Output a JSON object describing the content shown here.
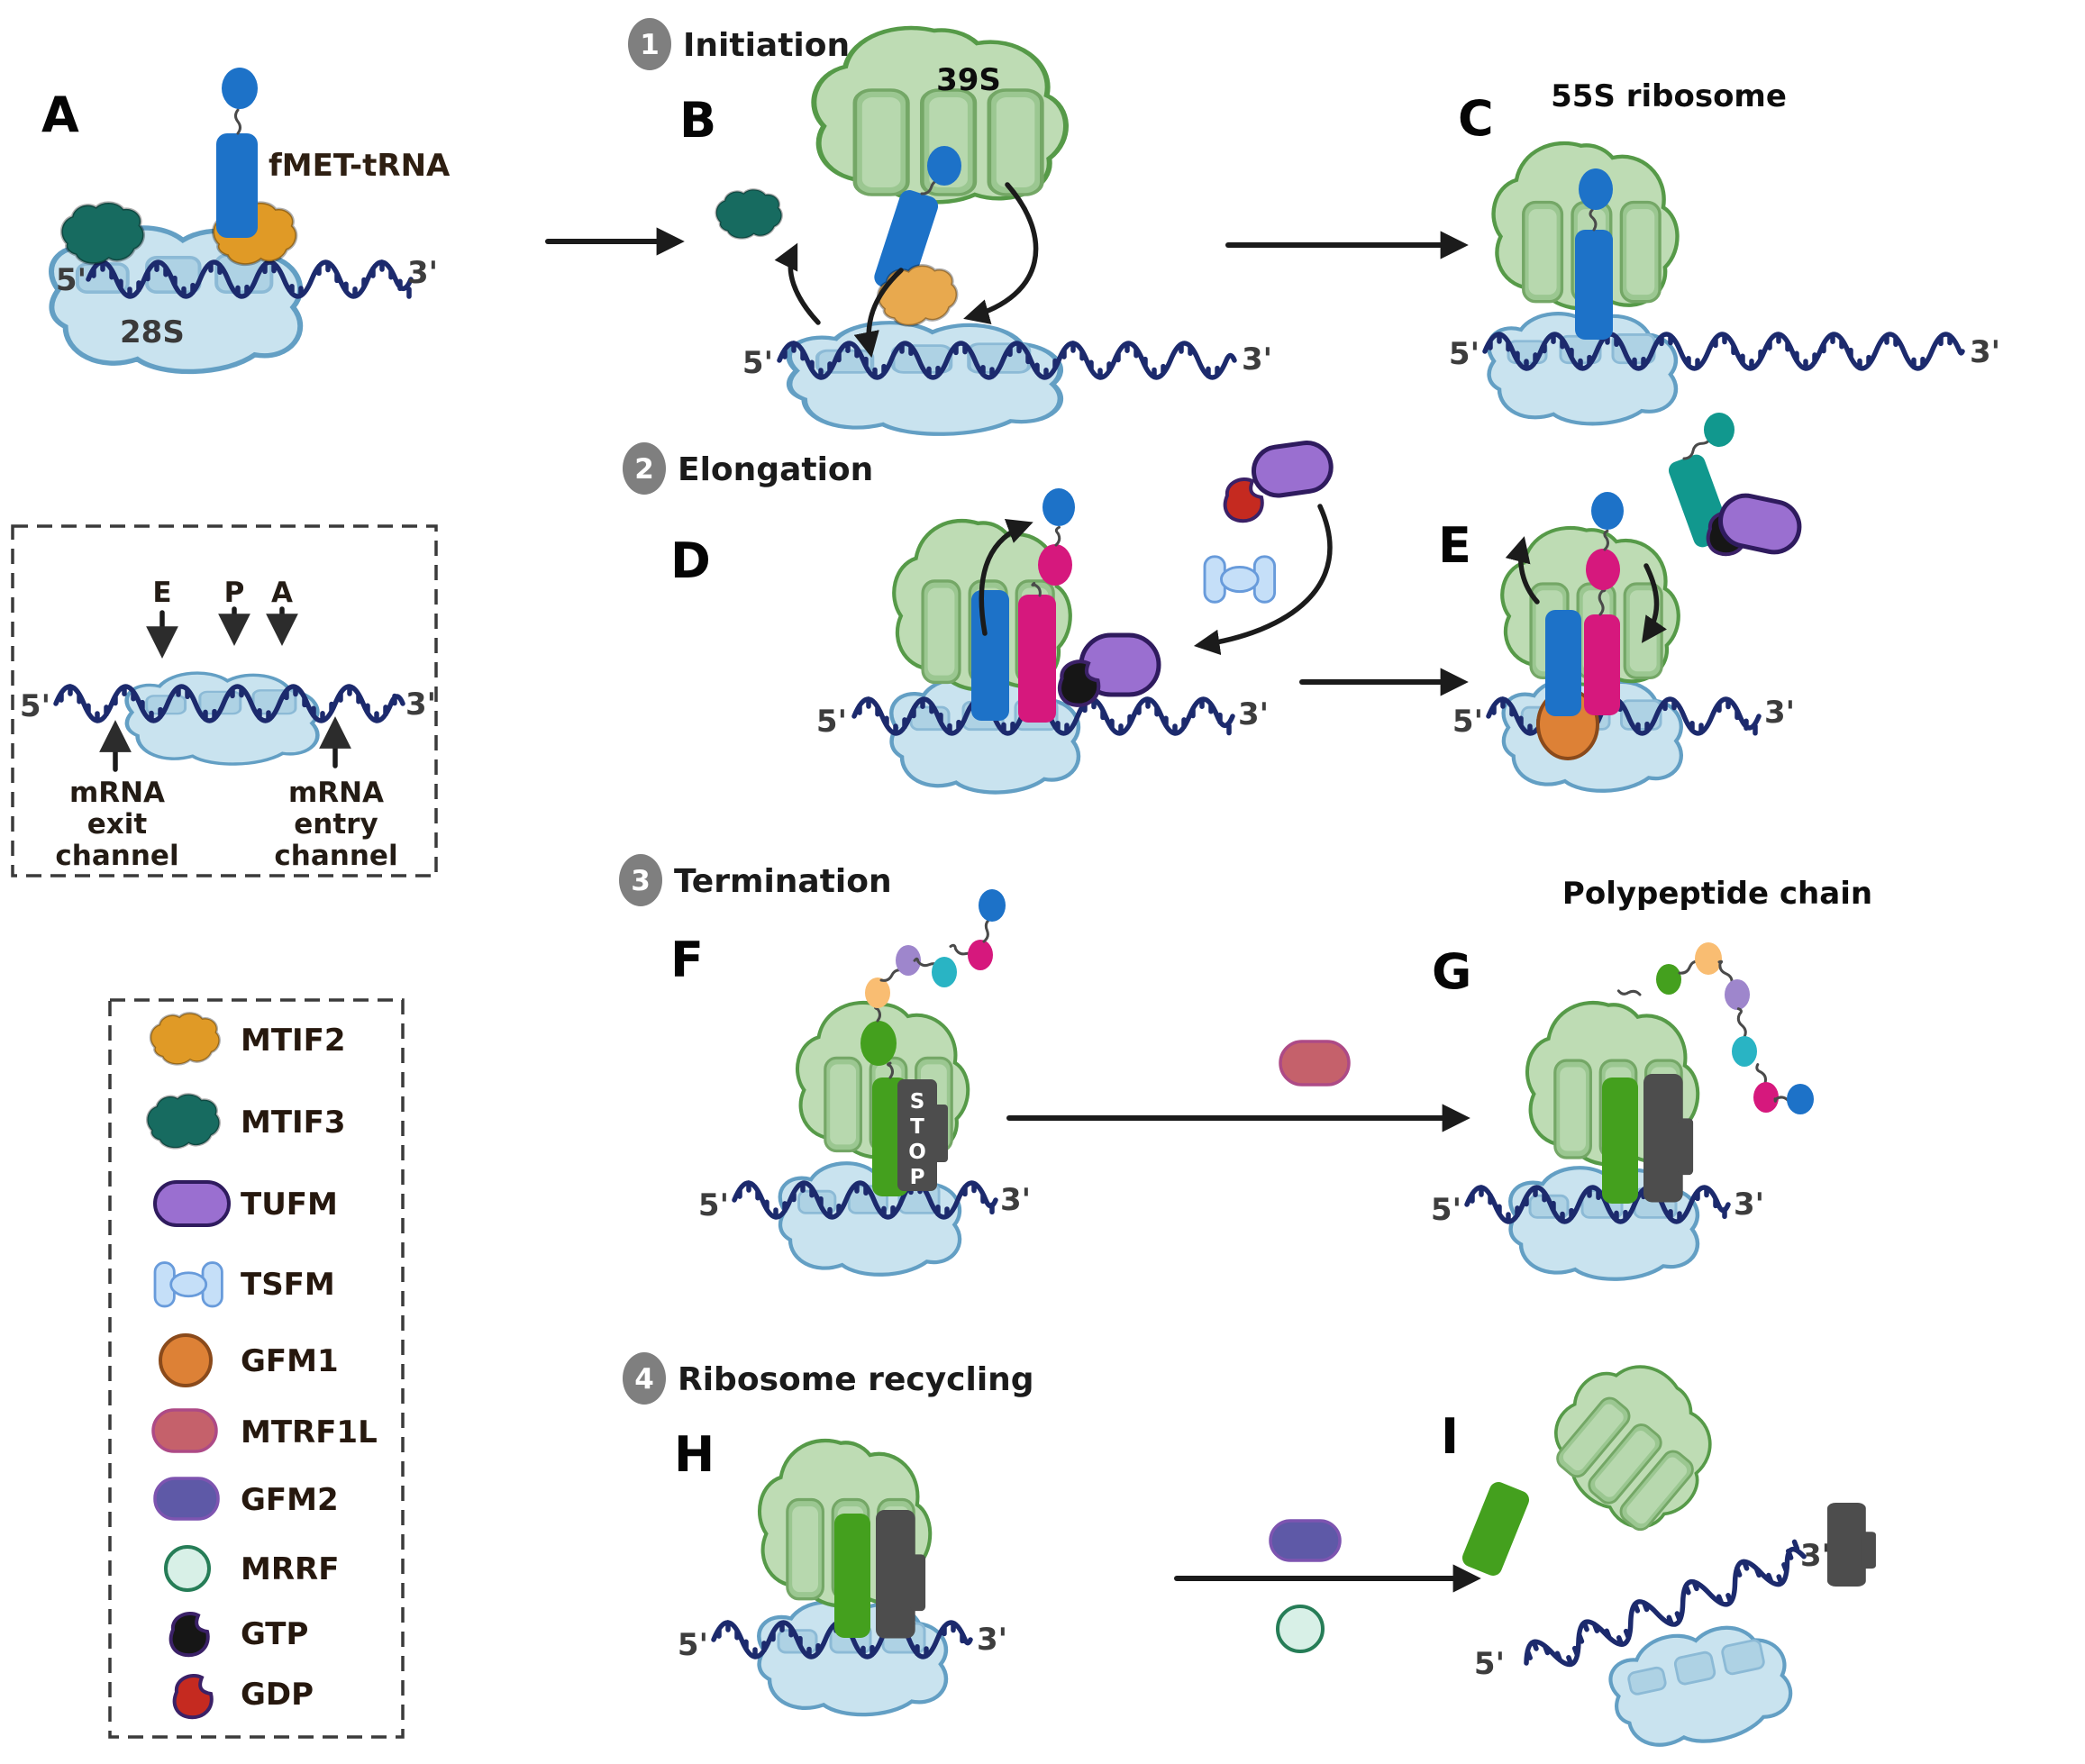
{
  "steps": {
    "s1": {
      "num": "1",
      "label": "Initiation"
    },
    "s2": {
      "num": "2",
      "label": "Elongation"
    },
    "s3": {
      "num": "3",
      "label": "Termination"
    },
    "s4": {
      "num": "4",
      "label": "Ribosome recycling"
    }
  },
  "panels": {
    "a": "A",
    "b": "B",
    "c": "C",
    "d": "D",
    "e": "E",
    "f": "F",
    "g": "G",
    "h": "H",
    "i": "I"
  },
  "labels": {
    "fmet_trna": "fMET-tRNA",
    "subunit_28s": "28S",
    "subunit_39s": "39S",
    "ribosome_55s": "55S ribosome",
    "polypeptide_chain": "Polypeptide chain",
    "five_prime": "5'",
    "three_prime": "3'",
    "stop_letters": [
      "S",
      "T",
      "O",
      "P"
    ]
  },
  "inset": {
    "sites": [
      "E",
      "P",
      "A"
    ],
    "exit_channel": [
      "mRNA",
      "exit",
      "channel"
    ],
    "entry_channel": [
      "mRNA",
      "entry",
      "channel"
    ]
  },
  "legend": {
    "items": [
      {
        "label": "MTIF2",
        "icon": "mtif2-blob-icon",
        "color": "#e09a26"
      },
      {
        "label": "MTIF3",
        "icon": "mtif3-blob-icon",
        "color": "#176b60"
      },
      {
        "label": "TUFM",
        "icon": "tufm-capsule-icon",
        "color": "#9a6fd0"
      },
      {
        "label": "TSFM",
        "icon": "tsfm-dumbbell-icon",
        "color": "#c5dff8"
      },
      {
        "label": "GFM1",
        "icon": "gfm1-circle-icon",
        "color": "#dd8136"
      },
      {
        "label": "MTRF1L",
        "icon": "mtrf1l-capsule-icon",
        "color": "#c5616b"
      },
      {
        "label": "GFM2",
        "icon": "gfm2-capsule-icon",
        "color": "#5e59a7"
      },
      {
        "label": "MRRF",
        "icon": "mrrf-circle-icon",
        "color": "#d8f0e7"
      },
      {
        "label": "GTP",
        "icon": "gtp-bean-icon",
        "color": "#161616"
      },
      {
        "label": "GDP",
        "icon": "gdp-bean-icon",
        "color": "#c52a20"
      }
    ]
  },
  "colors": {
    "large_subunit": "#bedcb4",
    "small_subunit": "#c9e3ef",
    "mrna": "#1c2a6d",
    "trna_blue": "#1d72c8",
    "trna_pink": "#d6187d",
    "trna_green": "#44a01e",
    "trna_teal": "#11988e",
    "chain_peach": "#f9bd72",
    "chain_purple": "#9e86cc",
    "chain_teal": "#29b4c4",
    "release_factor_gray": "#4d4d4d",
    "step_badge_gray": "#7f7f7f"
  }
}
